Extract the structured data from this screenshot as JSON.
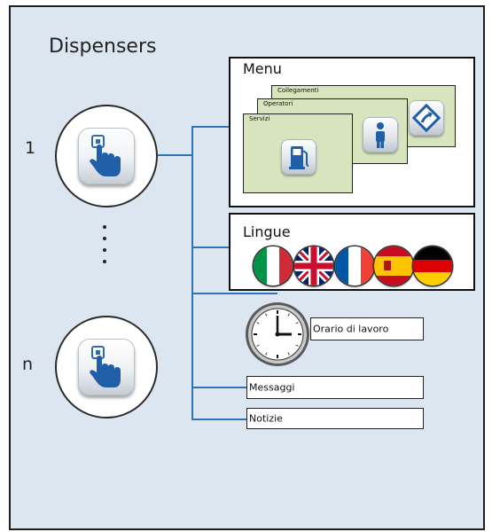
{
  "title": "Dispensers",
  "dispensers": [
    {
      "label": "1",
      "icon": "hand-press-button-icon"
    },
    {
      "label": "n",
      "icon": "hand-press-button-icon"
    }
  ],
  "ellipsis": "vertical-dots",
  "menu": {
    "title": "Menu",
    "cards": [
      {
        "label": "Collegamenti",
        "icon": "route-sign-icon"
      },
      {
        "label": "Operatori",
        "icon": "info-person-icon"
      },
      {
        "label": "Servizi",
        "icon": "fuel-pump-icon"
      }
    ]
  },
  "languages": {
    "title": "Lingue",
    "flags": [
      {
        "name": "italian-flag-icon"
      },
      {
        "name": "uk-flag-icon"
      },
      {
        "name": "french-flag-icon"
      },
      {
        "name": "spanish-flag-icon"
      },
      {
        "name": "german-flag-icon"
      }
    ]
  },
  "items": {
    "working_hours": "Orario di lavoro",
    "messages": "Messaggi",
    "news": "Notizie"
  },
  "colors": {
    "background": "#dce6f1",
    "connector": "#2e75b6",
    "card": "#d7e4bd"
  }
}
